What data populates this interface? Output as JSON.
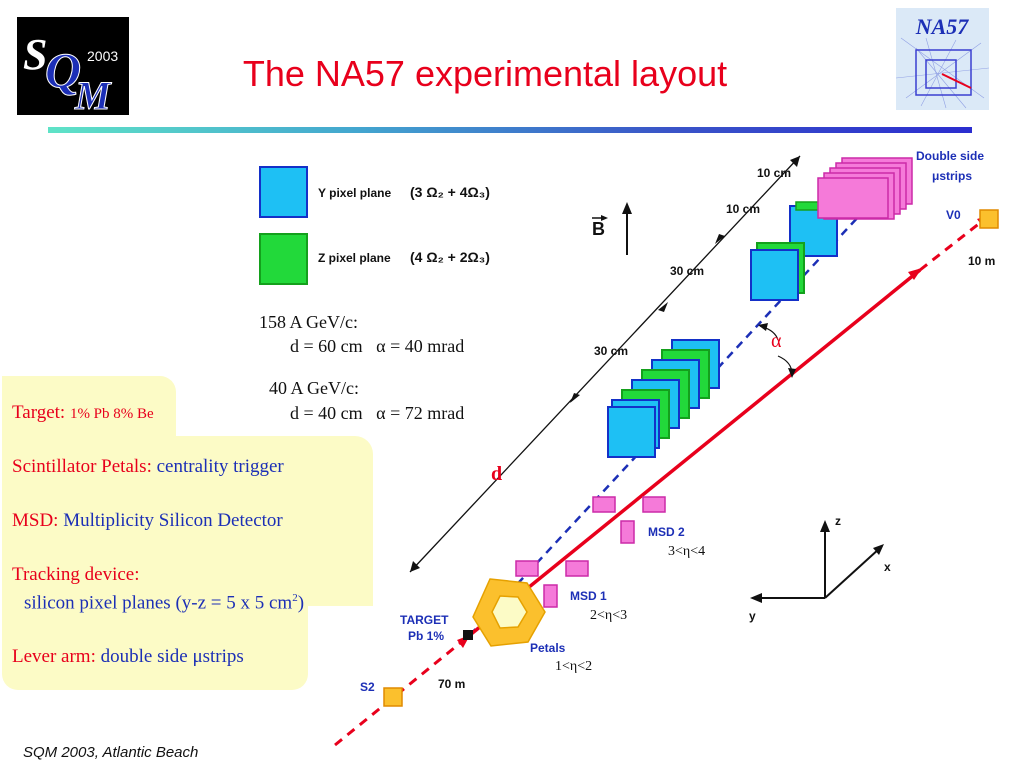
{
  "header": {
    "title": "The NA57 experimental layout",
    "logo_left": {
      "letters": "SQM",
      "year": "2003"
    },
    "logo_right": {
      "text": "NA57"
    }
  },
  "legend": {
    "y_plane": {
      "label": "Y pixel plane",
      "count": "(3 Ω₂ + 4Ω₃)",
      "color": "#1ec0f4"
    },
    "z_plane": {
      "label": "Z pixel plane",
      "count": "(4 Ω₂ + 2Ω₃)",
      "color": "#22d93a"
    }
  },
  "settings": [
    {
      "energy": "158 A GeV/c:",
      "params": "d = 60 cm   α = 40 mrad"
    },
    {
      "energy": "40 A GeV/c:",
      "params": "d = 40 cm   α = 72 mrad"
    }
  ],
  "info": {
    "target_key": "Target:",
    "target_val": "1% Pb 8% Be",
    "petals_key": "Scintillator Petals:",
    "petals_val": "centrality trigger",
    "msd_key": "MSD:",
    "msd_val": "Multiplicity Silicon Detector",
    "tracking_key": "Tracking device:",
    "tracking_val": "silicon pixel planes (y-z = 5 x 5 cm",
    "tracking_sup": "2",
    "tracking_end": ")",
    "lever_key": "Lever arm:",
    "lever_val": "double side μstrips"
  },
  "diagram": {
    "double_side_1": "Double  side",
    "double_side_2": "μstrips",
    "v0": "V0",
    "v0_dist": "10  m",
    "b_field": "B",
    "d_label": "d",
    "alpha_label": "α",
    "dist_10cm_a": "10  cm",
    "dist_10cm_b": "10  cm",
    "dist_30cm_a": "30  cm",
    "dist_30cm_b": "30  cm",
    "msd2": "MSD 2",
    "msd2_eta": "3<η<4",
    "msd1": "MSD 1",
    "msd1_eta": "2<η<3",
    "petals": "Petals",
    "petals_eta": "1<η<2",
    "target_1": "TARGET",
    "target_2": "Pb 1%",
    "s2": "S2",
    "dist_70m": "70  m",
    "axis_z": "z",
    "axis_x": "x",
    "axis_y": "y"
  },
  "footer": {
    "text": "SQM 2003, Atlantic Beach"
  }
}
